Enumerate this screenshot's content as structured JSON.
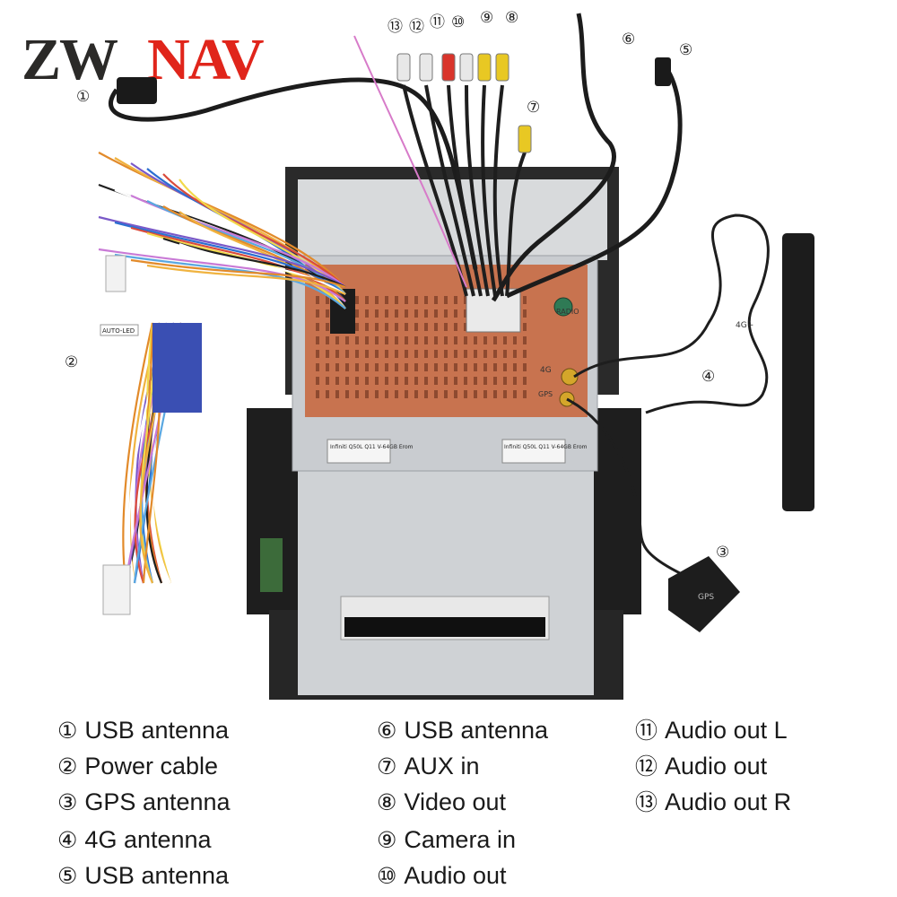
{
  "brand": {
    "logo_text": "ZWNAV",
    "logo_dark": "ZW",
    "logo_red": "NAV",
    "colors": {
      "dark": "#2b2a28",
      "red": "#e0251b"
    }
  },
  "label_texts": {
    "auto_led": "AUTO-LED",
    "sticker_left": "Infiniti Q50L Q11 V-64GB Erom",
    "sticker_right": "Infiniti Q50L Q11 V-64GB Erom",
    "port_4g": "4G",
    "port_gps": "GPS",
    "port_radio": "RADIO",
    "antenna_tag": "4G+",
    "gps_puck": "GPS"
  },
  "callouts": [
    {
      "key": "1",
      "glyph": "①"
    },
    {
      "key": "2",
      "glyph": "②"
    },
    {
      "key": "3",
      "glyph": "③"
    },
    {
      "key": "4",
      "glyph": "④"
    },
    {
      "key": "5",
      "glyph": "⑤"
    },
    {
      "key": "6",
      "glyph": "⑥"
    },
    {
      "key": "7",
      "glyph": "⑦"
    },
    {
      "key": "8",
      "glyph": "⑧"
    },
    {
      "key": "9",
      "glyph": "⑨"
    },
    {
      "key": "10",
      "glyph": "⑩"
    },
    {
      "key": "11",
      "glyph": "⑪"
    },
    {
      "key": "12",
      "glyph": "⑫"
    },
    {
      "key": "13",
      "glyph": "⑬"
    }
  ],
  "legend": [
    {
      "num": "①",
      "text": "USB antenna"
    },
    {
      "num": "②",
      "text": "Power cable"
    },
    {
      "num": "③",
      "text": "GPS antenna"
    },
    {
      "num": "④",
      "text": "4G antenna"
    },
    {
      "num": "⑤",
      "text": "USB antenna"
    },
    {
      "num": "⑥",
      "text": "USB antenna"
    },
    {
      "num": "⑦",
      "text": "AUX in"
    },
    {
      "num": "⑧",
      "text": "Video out"
    },
    {
      "num": "⑨",
      "text": "Camera in"
    },
    {
      "num": "⑩",
      "text": "Audio out"
    },
    {
      "num": "⑪",
      "text": "Audio out L"
    },
    {
      "num": "⑫",
      "text": "Audio out"
    },
    {
      "num": "⑬",
      "text": "Audio out R"
    }
  ]
}
